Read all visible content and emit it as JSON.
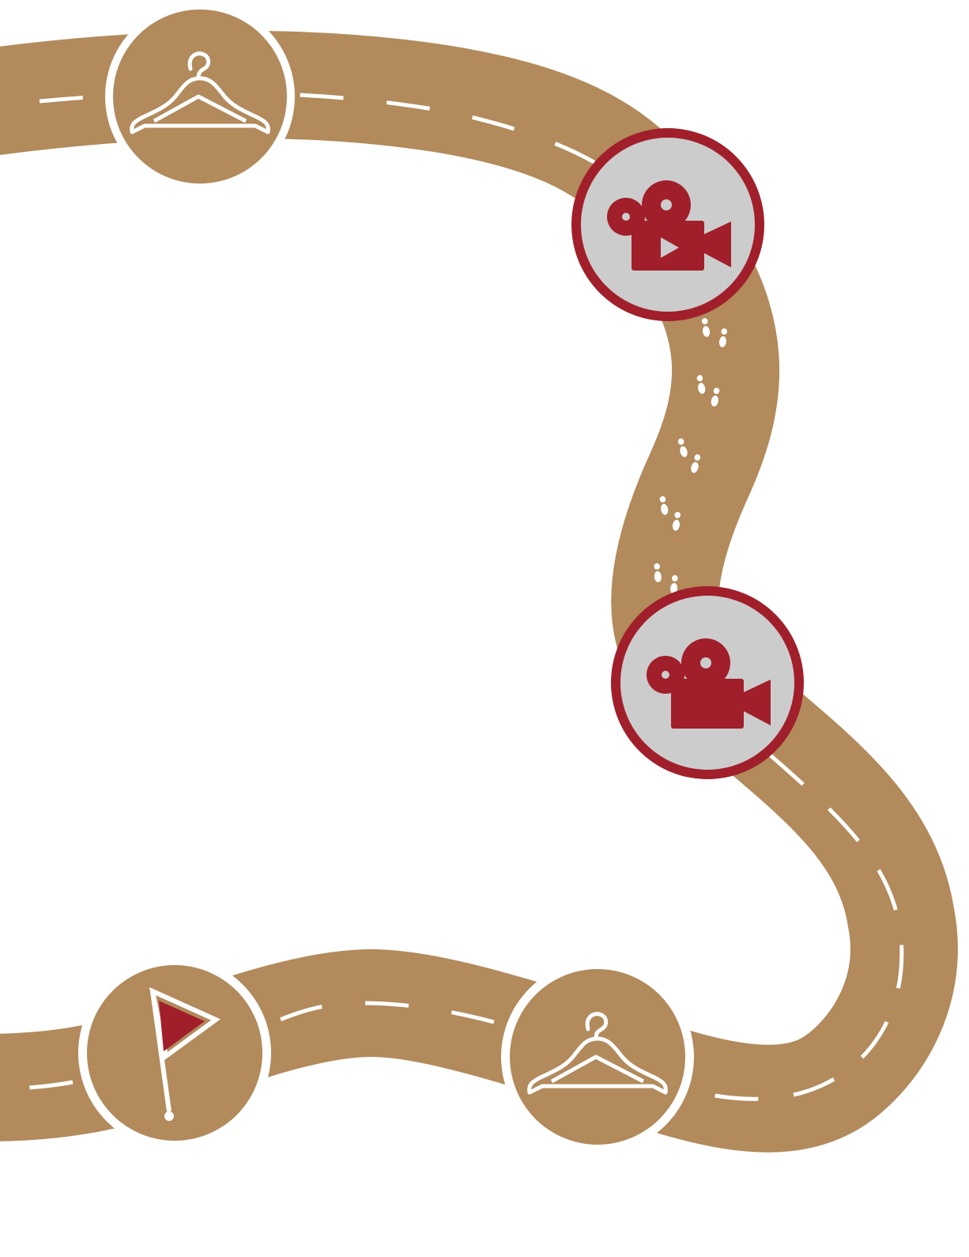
{
  "colors": {
    "road": "#b28a5b",
    "accent": "#a01f2b",
    "stop_fill": "#cccccc",
    "marking": "#ffffff",
    "background": "#ffffff"
  },
  "stops": [
    {
      "id": "hanger-top",
      "icon": "hanger-icon",
      "style": "road"
    },
    {
      "id": "camera-upper",
      "icon": "video-camera-play-icon",
      "style": "highlight"
    },
    {
      "id": "camera-lower",
      "icon": "video-camera-icon",
      "style": "highlight"
    },
    {
      "id": "hanger-bottom",
      "icon": "hanger-icon",
      "style": "road"
    },
    {
      "id": "flag-start",
      "icon": "flag-icon",
      "style": "road"
    }
  ],
  "path_segments": [
    {
      "id": "top-road",
      "marking": "dashed-lane"
    },
    {
      "id": "footpath",
      "marking": "footprints"
    },
    {
      "id": "right-curve",
      "marking": "dashed-lane"
    },
    {
      "id": "bottom-road",
      "marking": "dashed-lane"
    }
  ]
}
